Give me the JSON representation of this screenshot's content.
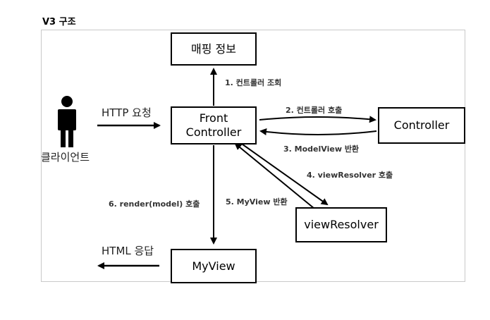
{
  "title": "V3 구조",
  "client": {
    "label": "클라이언트"
  },
  "request_label": "HTTP 요청",
  "response_label": "HTML 응답",
  "boxes": {
    "mapping": "매핑 정보",
    "front_line1": "Front",
    "front_line2": "Controller",
    "controller": "Controller",
    "view_resolver": "viewResolver",
    "my_view": "MyView"
  },
  "steps": {
    "s1": "1. 컨트롤러 조회",
    "s2": "2. 컨트롤러 호출",
    "s3": "3. ModelView 반환",
    "s4": "4. viewResolver 호출",
    "s5": "5. MyView 반환",
    "s6": "6. render(model) 호출"
  },
  "icons": {
    "client": "person-icon"
  }
}
